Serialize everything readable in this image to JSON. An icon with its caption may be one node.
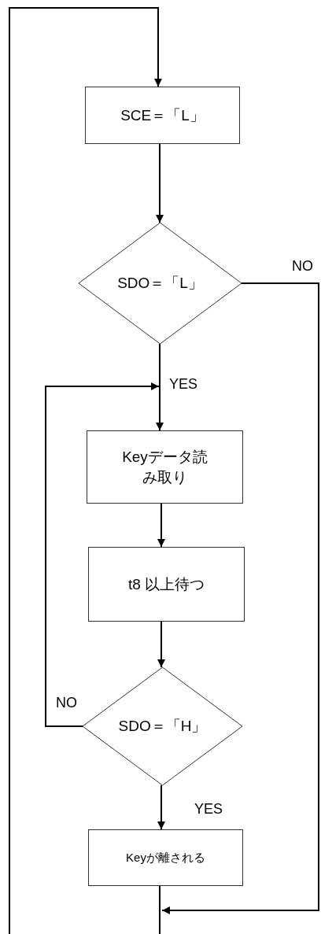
{
  "diagram": {
    "nodes": [
      {
        "text": [
          "SCE＝「L」"
        ]
      },
      {
        "text": [
          "SDO＝「L」"
        ]
      },
      {
        "text": [
          "Keyデータ読み取り"
        ]
      },
      {
        "text": [
          "t8 以上待つ"
        ]
      },
      {
        "text": [
          "SDO＝「H」"
        ]
      },
      {
        "text": [
          "Keyが離される"
        ]
      }
    ],
    "edges": [
      {
        "from": null,
        "to": 0,
        "arrow": "to"
      },
      {
        "from": 0,
        "to": 1,
        "arrow": "to"
      },
      {
        "from": 1,
        "to": 2,
        "arrow": "to",
        "label": "YES"
      },
      {
        "from": 2,
        "to": 3,
        "arrow": "to"
      },
      {
        "from": 3,
        "to": 4,
        "arrow": "to"
      },
      {
        "from": 4,
        "to": 2,
        "arrow": "to",
        "label": "NO"
      },
      {
        "from": 4,
        "to": 5,
        "arrow": "to",
        "label": "YES"
      },
      {
        "from": 1,
        "to": 5,
        "arrow": "to",
        "label": "NO"
      },
      {
        "from": 5,
        "to": null,
        "arrow": "none"
      }
    ]
  }
}
